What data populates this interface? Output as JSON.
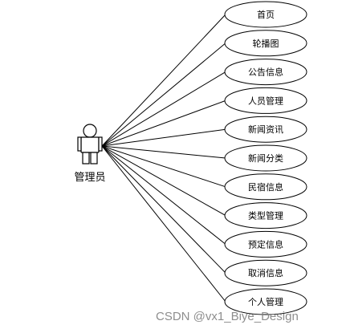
{
  "actor": {
    "name": "管理员",
    "icon": "stick-figure-icon"
  },
  "use_cases": [
    "首页",
    "轮播图",
    "公告信息",
    "人员管理",
    "新闻资讯",
    "新闻分类",
    "民宿信息",
    "类型管理",
    "预定信息",
    "取消信息",
    "个人管理"
  ],
  "watermark": "CSDN @vx1_Biye_Design",
  "colors": {
    "stroke": "#000000",
    "background": "#ffffff",
    "watermark": "#7a7a7a"
  }
}
